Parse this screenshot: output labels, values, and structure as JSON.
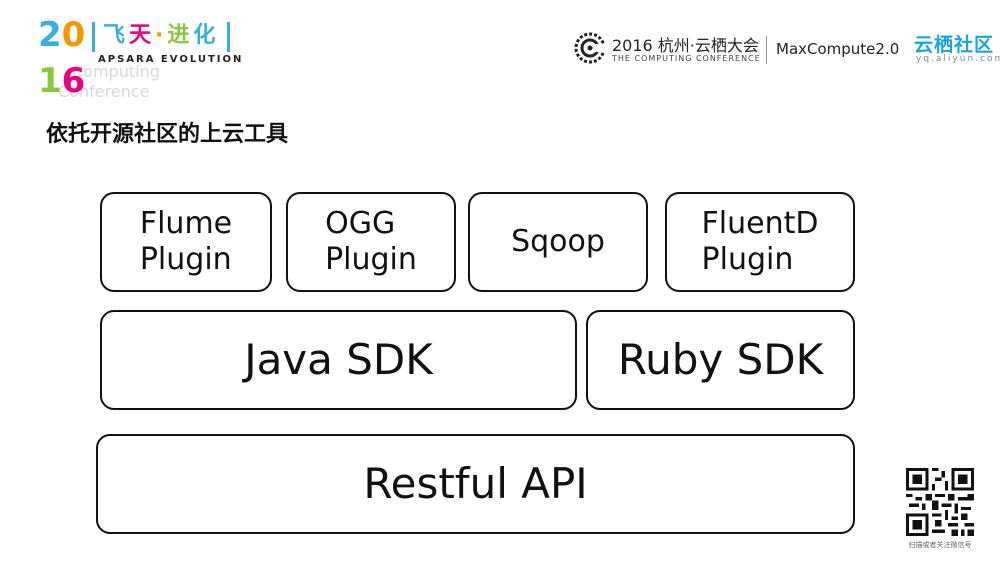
{
  "header": {
    "year_top": [
      "2",
      "0"
    ],
    "year_bottom": [
      "1",
      "6"
    ],
    "year_colors": [
      "#3aaee0",
      "#f39800",
      "#8cc63f",
      "#e6007e"
    ],
    "brand_title": [
      "飞",
      "天",
      "·",
      "进",
      "化"
    ],
    "brand_subtitle": "APSARA EVOLUTION",
    "faded_line1": "Computing",
    "faded_line2": "Conference",
    "conference_year": "2016 杭州·云栖大会",
    "conference_sub": "THE COMPUTING CONFERENCE",
    "product": "MaxCompute2.0",
    "community": "云栖社区",
    "community_url": "yq.aliyun.com"
  },
  "page_title": "依托开源社区的上云工具",
  "diagram": {
    "plugins": [
      {
        "line1": "Flume",
        "line2": "Plugin"
      },
      {
        "line1": "OGG",
        "line2": "Plugin"
      },
      {
        "line1": "Sqoop",
        "line2": ""
      },
      {
        "line1": "FluentD",
        "line2": "Plugin"
      }
    ],
    "java_sdk": "Java SDK",
    "ruby_sdk": "Ruby SDK",
    "restful_api": "Restful API"
  },
  "qr_caption": "扫描或者关注微信号"
}
